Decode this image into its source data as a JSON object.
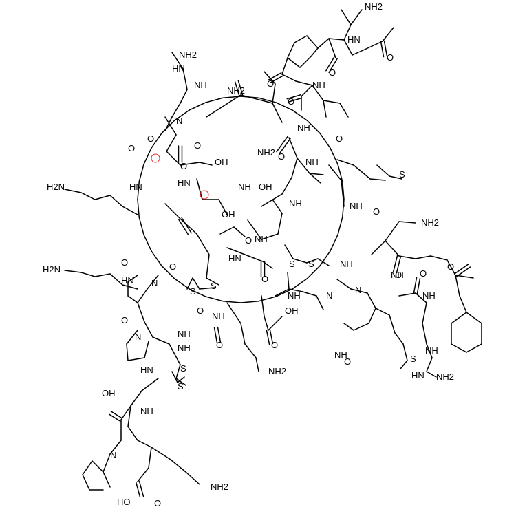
{
  "colors": {
    "ink": "#000000",
    "marker": "#e03030",
    "background": "#ffffff"
  },
  "labels": {
    "nh2": "NH2",
    "h2n": "H2N",
    "nh": "NH",
    "hn": "HN",
    "n": "N",
    "o": "O",
    "s": "S",
    "oh": "OH",
    "ho": "HO",
    "hoc": "HO",
    "guan_nh2": "NH2",
    "guan_hn": "HN",
    "guan_h2n": "H2N",
    "cooh": "HO",
    "lys_nh2": "NH2"
  }
}
